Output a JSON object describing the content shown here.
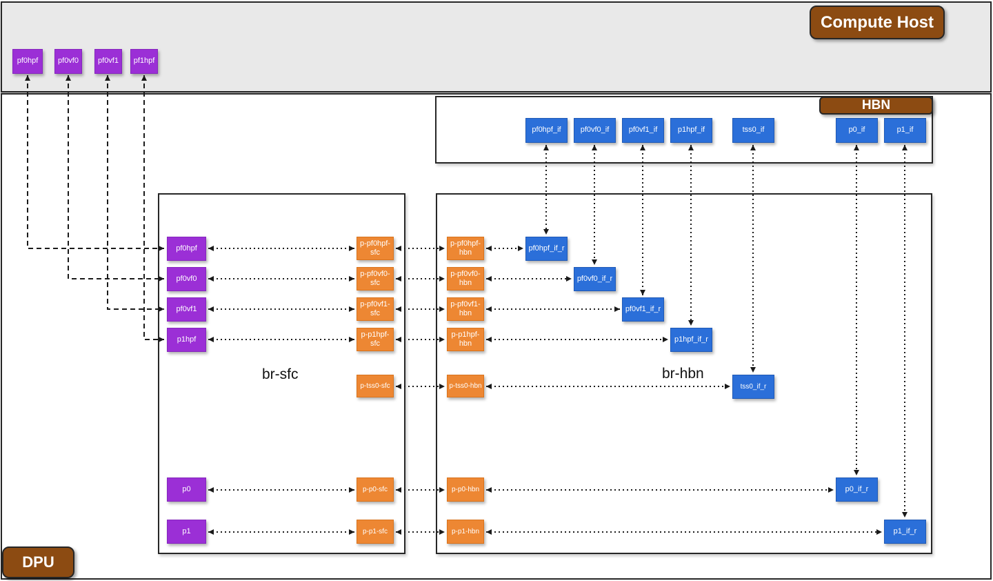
{
  "colors": {
    "host_port": "#9b2fd6",
    "patch_port": "#ed8733",
    "interface": "#2b6fd9",
    "badge": "#8c4b12",
    "host_strip_bg": "#e9e9e9",
    "wire": "#1a1a1a"
  },
  "compute_host": {
    "badge": "Compute Host",
    "ports": [
      "pf0hpf",
      "pf0vf0",
      "pf0vf1",
      "pf1hpf"
    ]
  },
  "hbn": {
    "badge": "HBN",
    "interfaces": [
      "pf0hpf_if",
      "pf0vf0_if",
      "pf0vf1_if",
      "p1hpf_if",
      "tss0_if",
      "p0_if",
      "p1_if"
    ]
  },
  "dpu": {
    "badge": "DPU",
    "br_sfc": {
      "label": "br-sfc",
      "ports": [
        "pf0hpf",
        "pf0vf0",
        "pf0vf1",
        "p1hpf",
        "p0",
        "p1"
      ],
      "patch_ports": [
        "p-pf0hpf-sfc",
        "p-pf0vf0-sfc",
        "p-pf0vf1-sfc",
        "p-p1hpf-sfc",
        "p-tss0-sfc",
        "p-p0-sfc",
        "p-p1-sfc"
      ]
    },
    "br_hbn": {
      "label": "br-hbn",
      "patch_ports": [
        "p-pf0hpf-hbn",
        "p-pf0vf0-hbn",
        "p-pf0vf1-hbn",
        "p-p1hpf-hbn",
        "p-tss0-hbn",
        "p-p0-hbn",
        "p-p1-hbn"
      ],
      "rep_interfaces": [
        "pf0hpf_if_r",
        "pf0vf0_if_r",
        "pf0vf1_if_r",
        "p1hpf_if_r",
        "tss0_if_r",
        "p0_if_r",
        "p1_if_r"
      ]
    }
  }
}
